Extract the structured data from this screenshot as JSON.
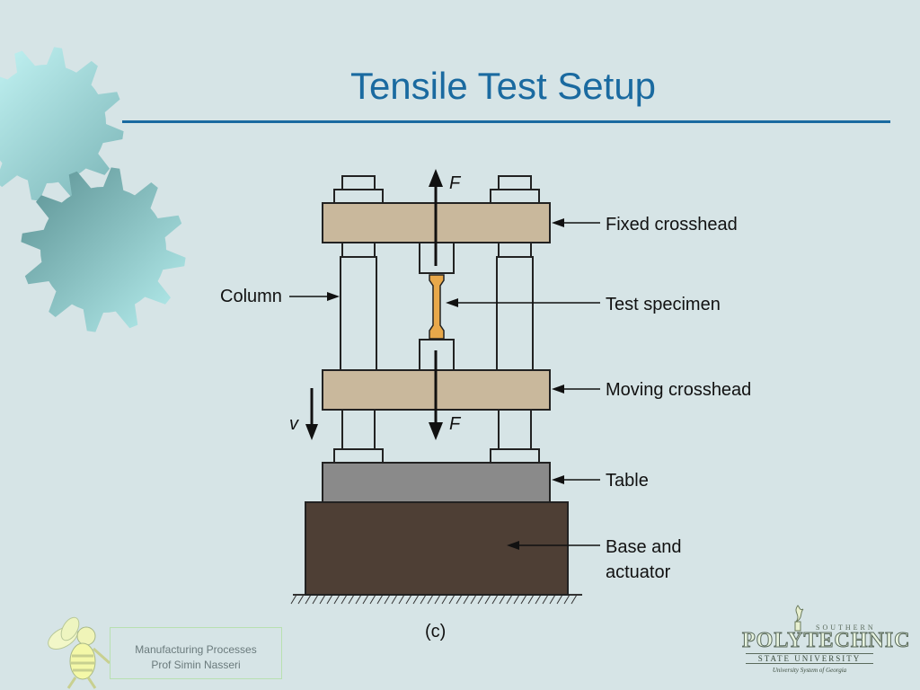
{
  "slide": {
    "title": "Tensile Test Setup"
  },
  "diagram": {
    "labels": {
      "force_top": "F",
      "force_bottom": "F",
      "velocity": "v",
      "fixed_crosshead": "Fixed crosshead",
      "column": "Column",
      "test_specimen": "Test specimen",
      "moving_crosshead": "Moving crosshead",
      "table": "Table",
      "base_line1": "Base and",
      "base_line2": "actuator",
      "caption": "(c)"
    },
    "colors": {
      "crosshead": "#c9b89c",
      "table": "#8a8a8a",
      "base": "#4e3f35",
      "specimen": "#e8a84a",
      "column": "#d6e4e6"
    }
  },
  "footer": {
    "line1": "Manufacturing Processes",
    "line2": "Prof Simin Nasseri"
  },
  "logo": {
    "top": "SOUTHERN",
    "main": "POLYTECHNIC",
    "sub": "STATE UNIVERSITY",
    "tagline": "University System of Georgia",
    "mascot": "yellow-jacket-mascot-icon"
  },
  "decor": {
    "gear_icon": "gear-icon",
    "gear_color_light": "#c8f4f4",
    "gear_color_dark": "#6a9ea0"
  }
}
